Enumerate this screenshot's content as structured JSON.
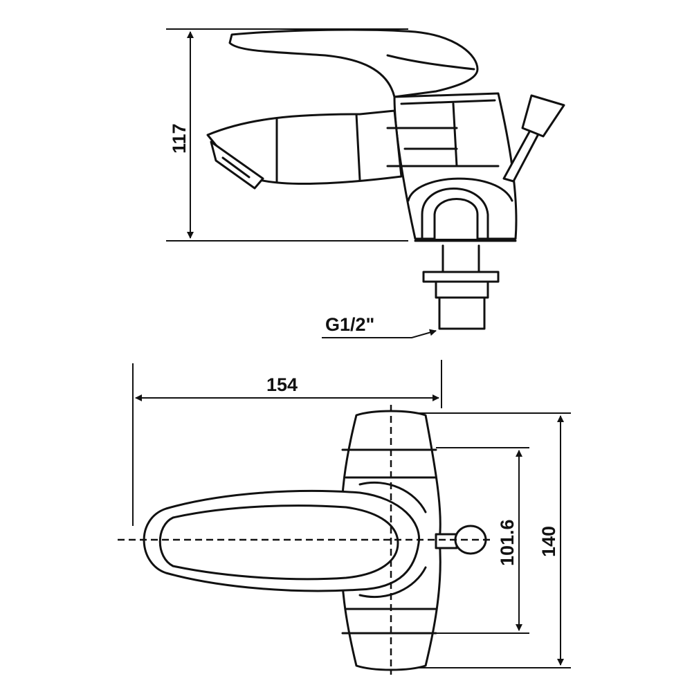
{
  "drawing": {
    "side_view": {
      "height_dimension": "117",
      "thread_label": "G1/2\""
    },
    "top_view": {
      "width_dimension": "154",
      "inner_depth_dimension": "101.6",
      "outer_depth_dimension": "140"
    }
  }
}
